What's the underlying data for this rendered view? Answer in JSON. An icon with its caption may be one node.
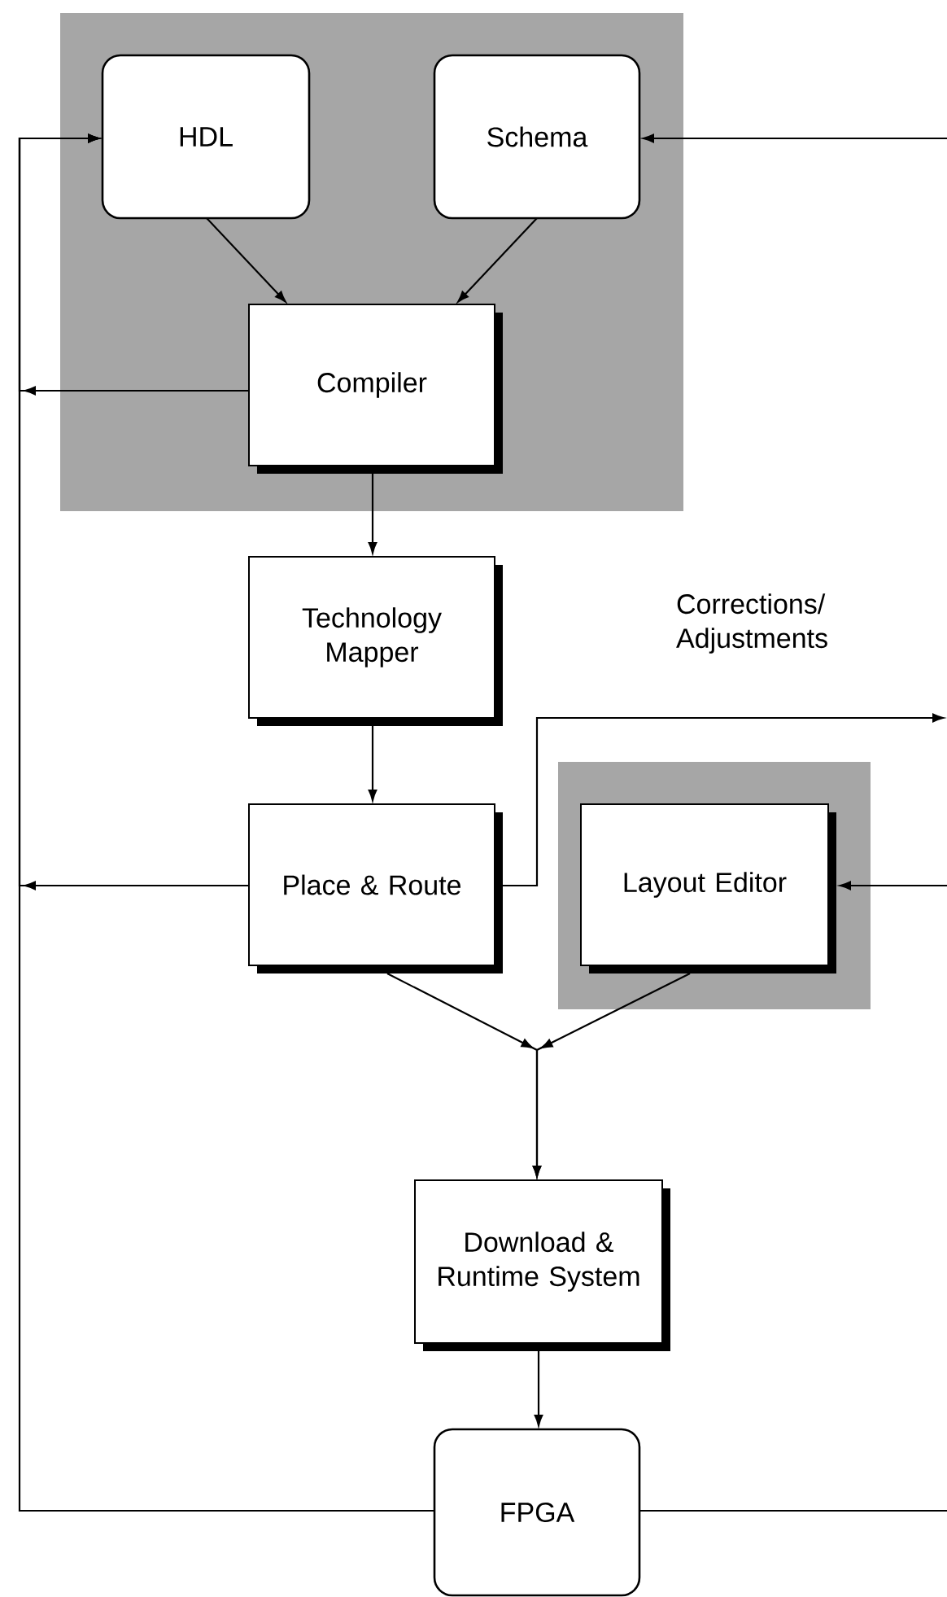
{
  "diagram": {
    "nodes": [
      {
        "text": [],
        "shape": "box"
      },
      {
        "text": [
          "HDL"
        ],
        "in": 0
      },
      {
        "text": [
          "Schema"
        ],
        "in": 0
      },
      {
        "text": [
          "Compiler"
        ],
        "in": 0
      },
      {
        "text": [
          "Technology Mapper"
        ]
      },
      {
        "text": [
          "Place & Route"
        ]
      },
      {
        "text": [],
        "shape": "box"
      },
      {
        "text": [
          "Layout Editor"
        ],
        "in": 6
      },
      {
        "text": [
          "Download & Runtime System"
        ]
      },
      {
        "text": [
          "FPGA"
        ]
      }
    ],
    "edges": [
      {
        "from": 1,
        "to": 3,
        "arrow": "to"
      },
      {
        "from": 2,
        "to": 3,
        "arrow": "to"
      },
      {
        "from": 3,
        "to": 4,
        "arrow": "to"
      },
      {
        "from": 4,
        "to": 5,
        "arrow": "to"
      },
      {
        "from": 5,
        "to": 8,
        "arrow": "to"
      },
      {
        "from": 7,
        "to": 8,
        "arrow": "to"
      },
      {
        "from": 8,
        "to": 9,
        "arrow": "to"
      },
      {
        "from": 9,
        "to": 1,
        "arrow": "to"
      },
      {
        "from": 3,
        "to": 1,
        "arrow": "to"
      },
      {
        "from": 5,
        "to": 1,
        "arrow": "to"
      },
      {
        "from": null,
        "to": 2,
        "arrow": "to"
      },
      {
        "from": 5,
        "to": null,
        "arrow": "to",
        "label": "Corrections/ Adjustments"
      },
      {
        "from": null,
        "to": 7,
        "arrow": "to"
      },
      {
        "from": 9,
        "to": null,
        "arrow": "none"
      }
    ]
  }
}
